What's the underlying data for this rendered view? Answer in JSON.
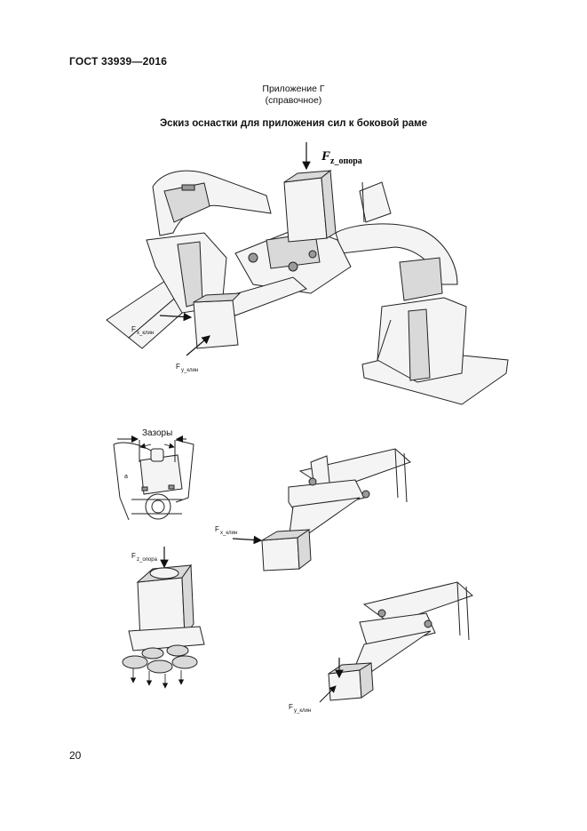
{
  "document": {
    "header": "ГОСТ 33939—2016",
    "annex_title_line1": "Приложение Г",
    "annex_title_line2": "(справочное)",
    "figure_caption": "Эскиз оснастки для приложения сил к боковой раме",
    "page_number": "20"
  },
  "figure_labels": {
    "main": {
      "fz_symbol": "F",
      "fz_subscript": "z_опора",
      "fx_symbol": "F",
      "fx_subscript": "x_клин",
      "fy_symbol": "F",
      "fy_subscript": "y_клин"
    },
    "detail_gaps": {
      "label": "Зазоры",
      "side_letter": "a"
    },
    "detail_x": {
      "fx_symbol": "F",
      "fx_subscript": "x_клин"
    },
    "detail_z": {
      "fz_symbol": "F",
      "fz_subscript": "z_опора"
    },
    "detail_y": {
      "fy_symbol": "F",
      "fy_subscript": "y_клин"
    }
  }
}
